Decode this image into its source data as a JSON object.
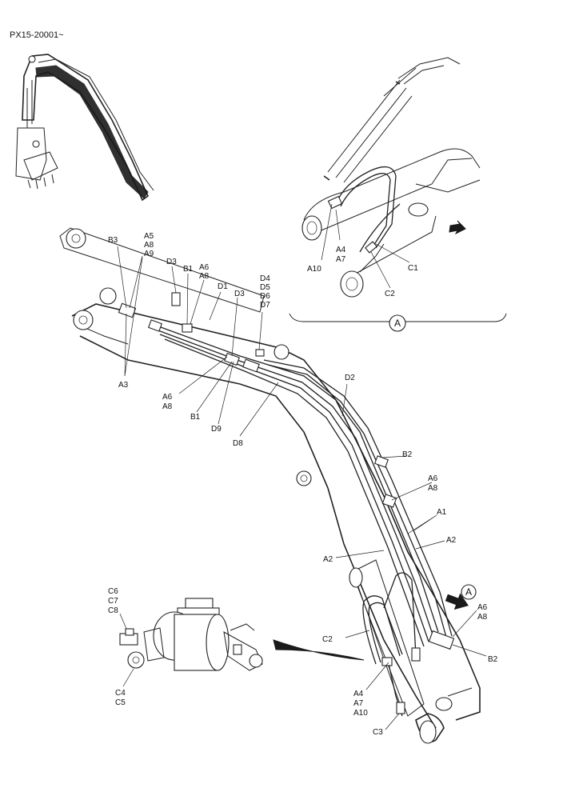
{
  "header": {
    "model_code": "PX15-20001~"
  },
  "detail_marker": "A",
  "view_arrow_label": "A",
  "callouts": {
    "detail": [
      {
        "id": "d-a10",
        "lines": [
          "A10"
        ]
      },
      {
        "id": "d-a4a7",
        "lines": [
          "A4",
          "A7"
        ]
      },
      {
        "id": "d-c1",
        "lines": [
          "C1"
        ]
      },
      {
        "id": "d-c2",
        "lines": [
          "C2"
        ]
      }
    ],
    "boom": [
      {
        "id": "b-b3",
        "lines": [
          "B3"
        ]
      },
      {
        "id": "b-a5",
        "lines": [
          "A5",
          "A8",
          "A9"
        ]
      },
      {
        "id": "b-d3a",
        "lines": [
          "D3"
        ]
      },
      {
        "id": "b-b1a",
        "lines": [
          "B1"
        ]
      },
      {
        "id": "b-a6a",
        "lines": [
          "A6",
          "A8"
        ]
      },
      {
        "id": "b-d1",
        "lines": [
          "D1"
        ]
      },
      {
        "id": "b-d3b",
        "lines": [
          "D3"
        ]
      },
      {
        "id": "b-d4",
        "lines": [
          "D4",
          "D5",
          "D6",
          "D7"
        ]
      },
      {
        "id": "b-a3",
        "lines": [
          "A3"
        ]
      },
      {
        "id": "b-a6b",
        "lines": [
          "A6",
          "A8"
        ]
      },
      {
        "id": "b-b1b",
        "lines": [
          "B1"
        ]
      },
      {
        "id": "b-d9",
        "lines": [
          "D9"
        ]
      },
      {
        "id": "b-d8",
        "lines": [
          "D8"
        ]
      },
      {
        "id": "b-d2",
        "lines": [
          "D2"
        ]
      },
      {
        "id": "b-b2a",
        "lines": [
          "B2"
        ]
      },
      {
        "id": "b-a6c",
        "lines": [
          "A6",
          "A8"
        ]
      },
      {
        "id": "b-a1",
        "lines": [
          "A1"
        ]
      },
      {
        "id": "b-a2a",
        "lines": [
          "A2"
        ]
      },
      {
        "id": "b-a2b",
        "lines": [
          "A2"
        ]
      },
      {
        "id": "b-a6d",
        "lines": [
          "A6",
          "A8"
        ]
      },
      {
        "id": "b-b2b",
        "lines": [
          "B2"
        ]
      },
      {
        "id": "b-c2",
        "lines": [
          "C2"
        ]
      },
      {
        "id": "b-a4",
        "lines": [
          "A4",
          "A7",
          "A10"
        ]
      },
      {
        "id": "b-c3",
        "lines": [
          "C3"
        ]
      }
    ],
    "inset": [
      {
        "id": "i-c6",
        "lines": [
          "C6",
          "C7",
          "C8"
        ]
      },
      {
        "id": "i-c4",
        "lines": [
          "C4",
          "C5"
        ]
      }
    ]
  }
}
